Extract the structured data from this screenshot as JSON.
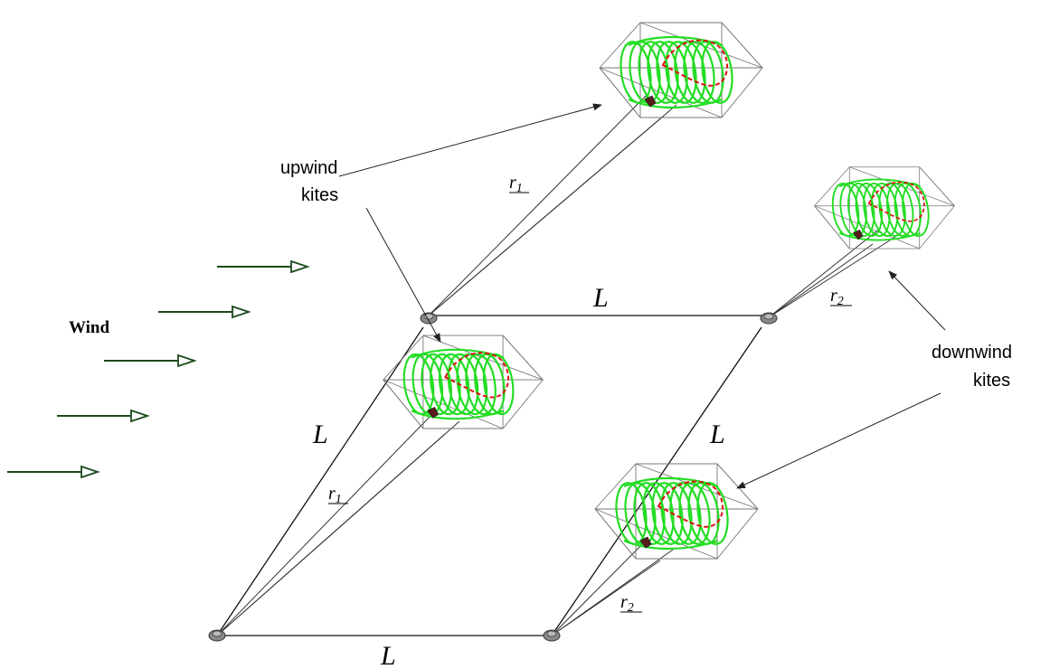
{
  "labels": {
    "wind": "Wind",
    "upwind_line1": "upwind",
    "upwind_line2": "kites",
    "downwind_line1": "downwind",
    "downwind_line2": "kites",
    "side_length": "L",
    "radius_1": "r",
    "radius_1_sub": "1",
    "radius_2": "r",
    "radius_2_sub": "2"
  },
  "colors": {
    "kite_path": "#22dd22",
    "figure_eight": "#dd1111",
    "wind_arrow": "#1c4a1c",
    "tether": "#333333"
  }
}
